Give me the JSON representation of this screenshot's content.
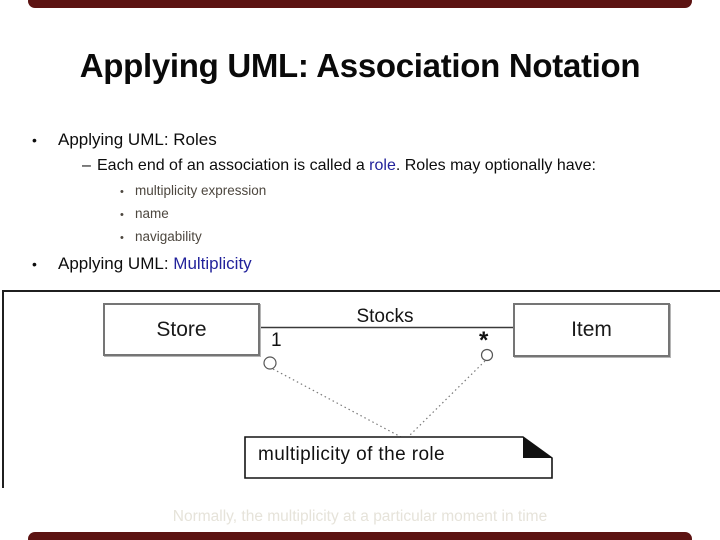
{
  "colors": {
    "accent_bar_maroon": "#5c1312",
    "highlight_blue": "#22229b",
    "subbullet_text": "#4d473f",
    "faint_footer_text": "#e6e3da"
  },
  "title": "Applying UML: Association Notation",
  "content": {
    "bullet_roles": {
      "marker": "•",
      "label": "Applying UML: Roles"
    },
    "roles_detail": {
      "marker": "–",
      "text_before": "Each end of an association is called a ",
      "highlight": "role",
      "text_after": ". Roles may optionally have:"
    },
    "role_properties": [
      {
        "marker": "•",
        "label": "multiplicity expression"
      },
      {
        "marker": "•",
        "label": "name"
      },
      {
        "marker": "•",
        "label": "navigability"
      }
    ],
    "bullet_multiplicity": {
      "marker": "•",
      "prefix": "Applying UML: ",
      "highlight": "Multiplicity"
    }
  },
  "diagram": {
    "class_left": "Store",
    "class_right": "Item",
    "association_name": "Stocks",
    "multiplicity_left": "1",
    "multiplicity_right": "*",
    "note_text": "multiplicity of the role"
  },
  "footer_note": "Normally, the multiplicity at a particular moment in time"
}
